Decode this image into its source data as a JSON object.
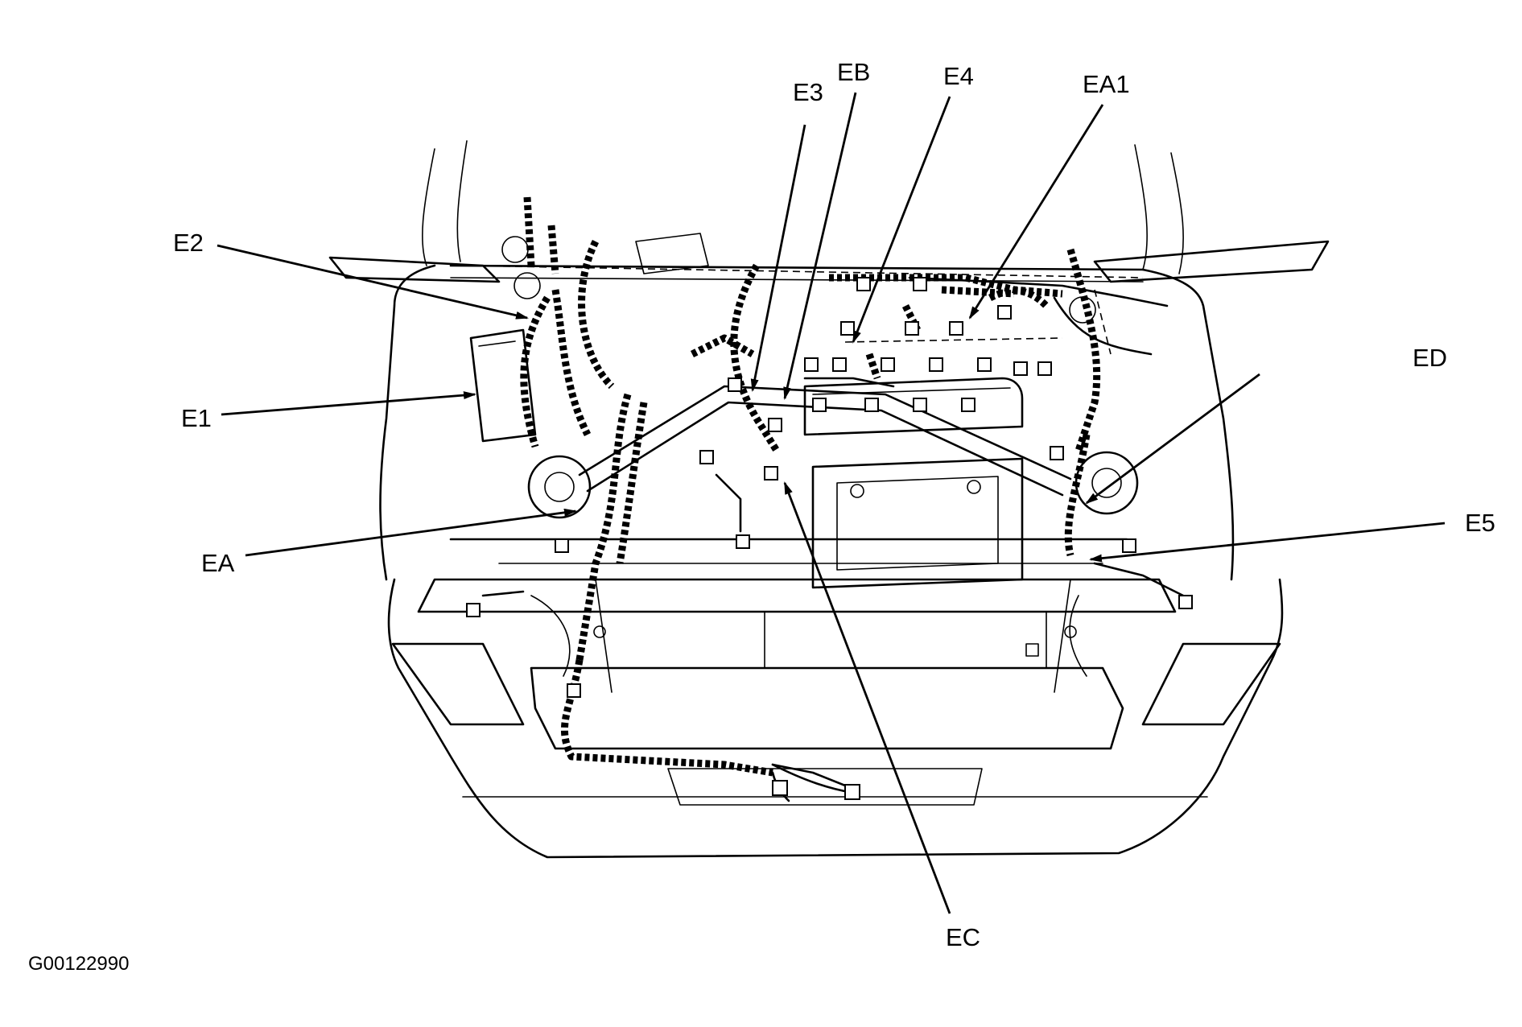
{
  "figure_id": "G00122990",
  "callouts": {
    "E1": "E1",
    "E2": "E2",
    "E3": "E3",
    "E4": "E4",
    "E5": "E5",
    "EA": "EA",
    "EA1": "EA1",
    "EB": "EB",
    "EC": "EC",
    "ED": "ED"
  }
}
